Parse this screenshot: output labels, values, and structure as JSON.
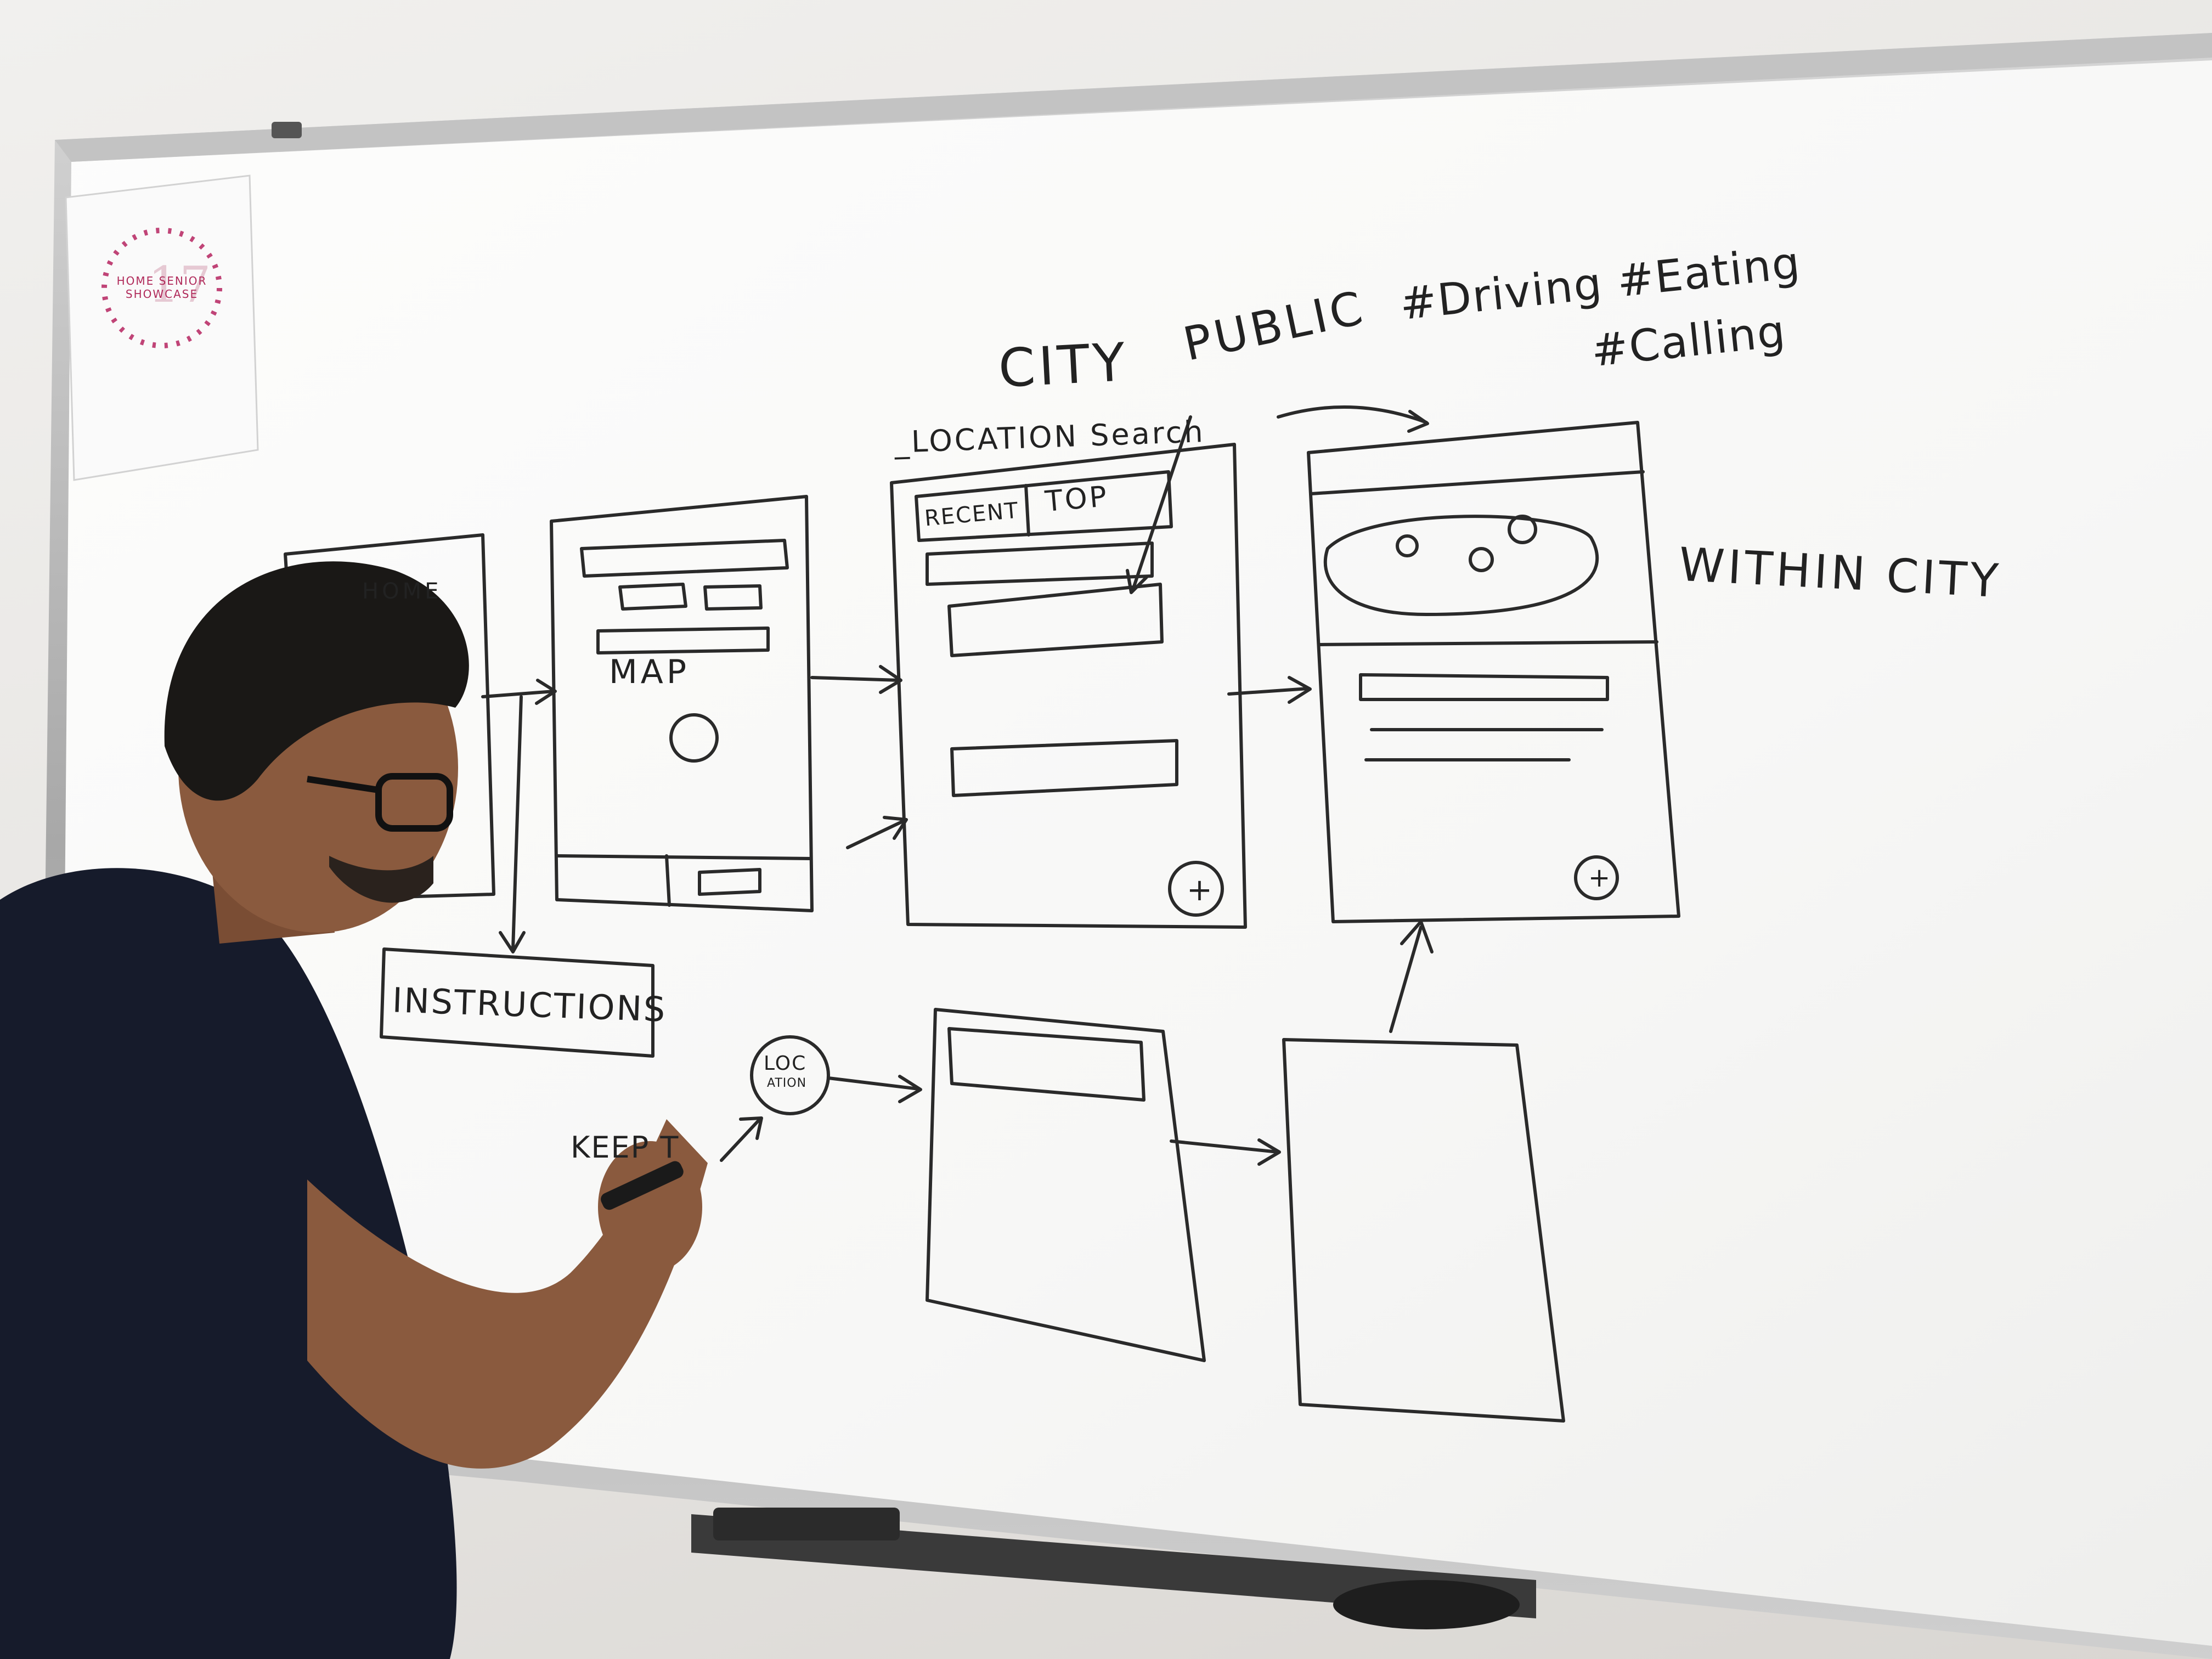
{
  "poster": {
    "title": "HOME SENIOR SHOWCASE",
    "accent": "#b02a5a"
  },
  "board": {
    "labels": {
      "city": "CITY",
      "public": "PUBLIC",
      "hashtags_line1": "#Driving #Eating",
      "hashtags_line2": "#Calling",
      "location_search": "_LOCATION Search",
      "with_in_city": "WITHIN CITY",
      "home": "HOME",
      "map": "MAP",
      "instructions": "INSTRUCTIONS",
      "keep": "KEEP T",
      "location_bubble_1": "LOC",
      "location_bubble_2": "ATION",
      "recent": "RECENT",
      "top": "TOP",
      "plus": "+"
    }
  },
  "colors": {
    "ink": "#2a2a2a",
    "board": "#fbfbfa",
    "frame": "#b8b8b8",
    "shirt": "#161b2b",
    "skin": "#8a5a3e",
    "hair": "#1a1816"
  }
}
